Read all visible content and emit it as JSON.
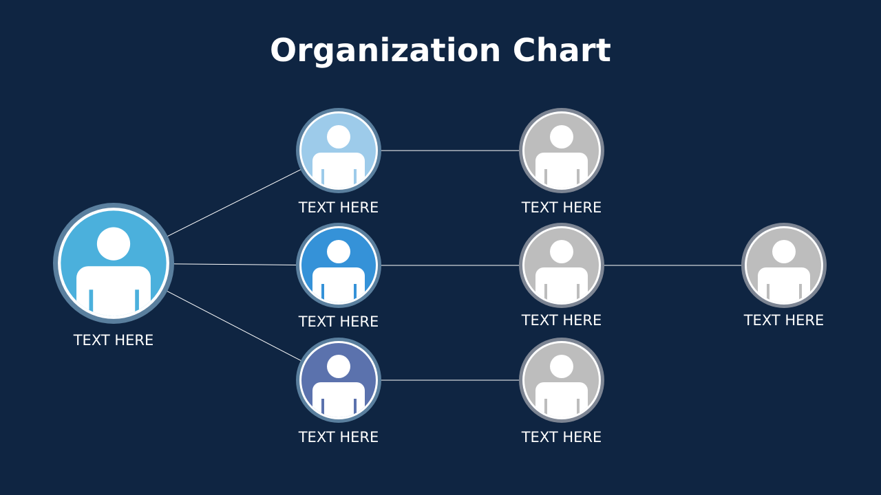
{
  "title": "Organization Chart",
  "colors": {
    "background": "#0f2542",
    "connector": "#ffffff",
    "ring": "#5a7f9e",
    "ring_gray": "#7d8593",
    "root_fill": "#4bb0dc",
    "level1_top_fill": "#9dcbea",
    "level1_mid_fill": "#3592d8",
    "level1_bottom_fill": "#5b72ad",
    "level2_fill": "#bdbdbd"
  },
  "nodes": [
    {
      "id": "root",
      "label": "TEXT HERE",
      "fill": "#4bb0dc",
      "ring": "#5a7f9e",
      "icon": "person-icon"
    },
    {
      "id": "l1-top",
      "label": "TEXT HERE",
      "fill": "#9dcbea",
      "ring": "#5a7f9e",
      "icon": "person-icon"
    },
    {
      "id": "l1-mid",
      "label": "TEXT HERE",
      "fill": "#3592d8",
      "ring": "#5a7f9e",
      "icon": "person-icon"
    },
    {
      "id": "l1-bottom",
      "label": "TEXT HERE",
      "fill": "#5b72ad",
      "ring": "#5a7f9e",
      "icon": "person-icon"
    },
    {
      "id": "l2-top",
      "label": "TEXT HERE",
      "fill": "#bdbdbd",
      "ring": "#7d8593",
      "icon": "person-icon"
    },
    {
      "id": "l2-mid",
      "label": "TEXT HERE",
      "fill": "#bdbdbd",
      "ring": "#7d8593",
      "icon": "person-icon"
    },
    {
      "id": "l2-bottom",
      "label": "TEXT HERE",
      "fill": "#bdbdbd",
      "ring": "#7d8593",
      "icon": "person-icon"
    },
    {
      "id": "l3-mid",
      "label": "TEXT HERE",
      "fill": "#bdbdbd",
      "ring": "#7d8593",
      "icon": "person-icon"
    }
  ],
  "edges": [
    {
      "from": "root",
      "to": "l1-top"
    },
    {
      "from": "root",
      "to": "l1-mid"
    },
    {
      "from": "root",
      "to": "l1-bottom"
    },
    {
      "from": "l1-top",
      "to": "l2-top"
    },
    {
      "from": "l1-mid",
      "to": "l2-mid"
    },
    {
      "from": "l1-bottom",
      "to": "l2-bottom"
    },
    {
      "from": "l2-mid",
      "to": "l3-mid"
    }
  ]
}
